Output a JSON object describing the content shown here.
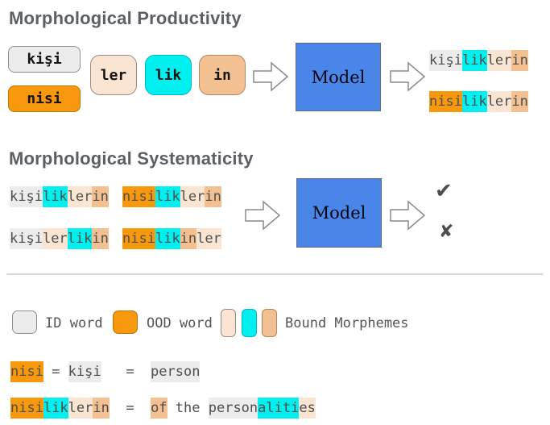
{
  "palette": {
    "id_gray": "#ECECEC",
    "ood_orange": "#F8980D",
    "morpheme_cream": "#FAE5D3",
    "morpheme_cyan": "#00F0F0",
    "morpheme_tan": "#F2C091",
    "model_blue": "#4A86E8",
    "title_gray": "#5C6065",
    "word_text_gray": "#4E4E4E"
  },
  "section_productivity": {
    "title": "Morphological Productivity",
    "id_word": "kişi",
    "ood_word": "nisi",
    "morphemes": [
      "ler",
      "lik",
      "in"
    ],
    "model_label": "Model",
    "output_top": [
      {
        "t": "kişi",
        "c": "id"
      },
      {
        "t": "lik",
        "c": "m2"
      },
      {
        "t": "ler",
        "c": "m1"
      },
      {
        "t": "in",
        "c": "m3"
      }
    ],
    "output_bottom": [
      {
        "t": "nisi",
        "c": "ood"
      },
      {
        "t": "lik",
        "c": "m2"
      },
      {
        "t": "ler",
        "c": "m1"
      },
      {
        "t": "in",
        "c": "m3"
      }
    ]
  },
  "section_systematicity": {
    "title": "Morphological Systematicity",
    "model_label": "Model",
    "word_r1c1": [
      {
        "t": "kişi",
        "c": "id"
      },
      {
        "t": "lik",
        "c": "m2"
      },
      {
        "t": "ler",
        "c": "m1"
      },
      {
        "t": "in",
        "c": "m3"
      }
    ],
    "word_r1c2": [
      {
        "t": "nisi",
        "c": "ood"
      },
      {
        "t": "lik",
        "c": "m2"
      },
      {
        "t": "ler",
        "c": "m1"
      },
      {
        "t": "in",
        "c": "m3"
      }
    ],
    "word_r2c1": [
      {
        "t": "kişi",
        "c": "id"
      },
      {
        "t": "ler",
        "c": "m1"
      },
      {
        "t": "lik",
        "c": "m2"
      },
      {
        "t": "in",
        "c": "m3"
      }
    ],
    "word_r2c2": [
      {
        "t": "nisi",
        "c": "ood"
      },
      {
        "t": "lik",
        "c": "m2"
      },
      {
        "t": "in",
        "c": "m3"
      },
      {
        "t": "ler",
        "c": "m1"
      }
    ],
    "check_mark": "✔",
    "cross_mark": "✘"
  },
  "legend": {
    "id_label": "ID word",
    "ood_label": "OOD word",
    "bound_label": "Bound Morphemes"
  },
  "equations": {
    "row1": [
      {
        "t": "nisi",
        "c": "ood"
      },
      {
        "t": " = ",
        "c": "plain"
      },
      {
        "t": "kişi",
        "c": "id"
      },
      {
        "t": "   =  ",
        "c": "plain"
      },
      {
        "t": "person",
        "c": "id"
      }
    ],
    "row2": [
      {
        "t": "nisi",
        "c": "ood"
      },
      {
        "t": "lik",
        "c": "m2"
      },
      {
        "t": "ler",
        "c": "m1"
      },
      {
        "t": "in",
        "c": "m3"
      },
      {
        "t": "  =  ",
        "c": "plain"
      },
      {
        "t": "of",
        "c": "m3"
      },
      {
        "t": " the ",
        "c": "plain"
      },
      {
        "t": "person",
        "c": "id"
      },
      {
        "t": "aliti",
        "c": "m2"
      },
      {
        "t": "es",
        "c": "m1"
      }
    ]
  }
}
